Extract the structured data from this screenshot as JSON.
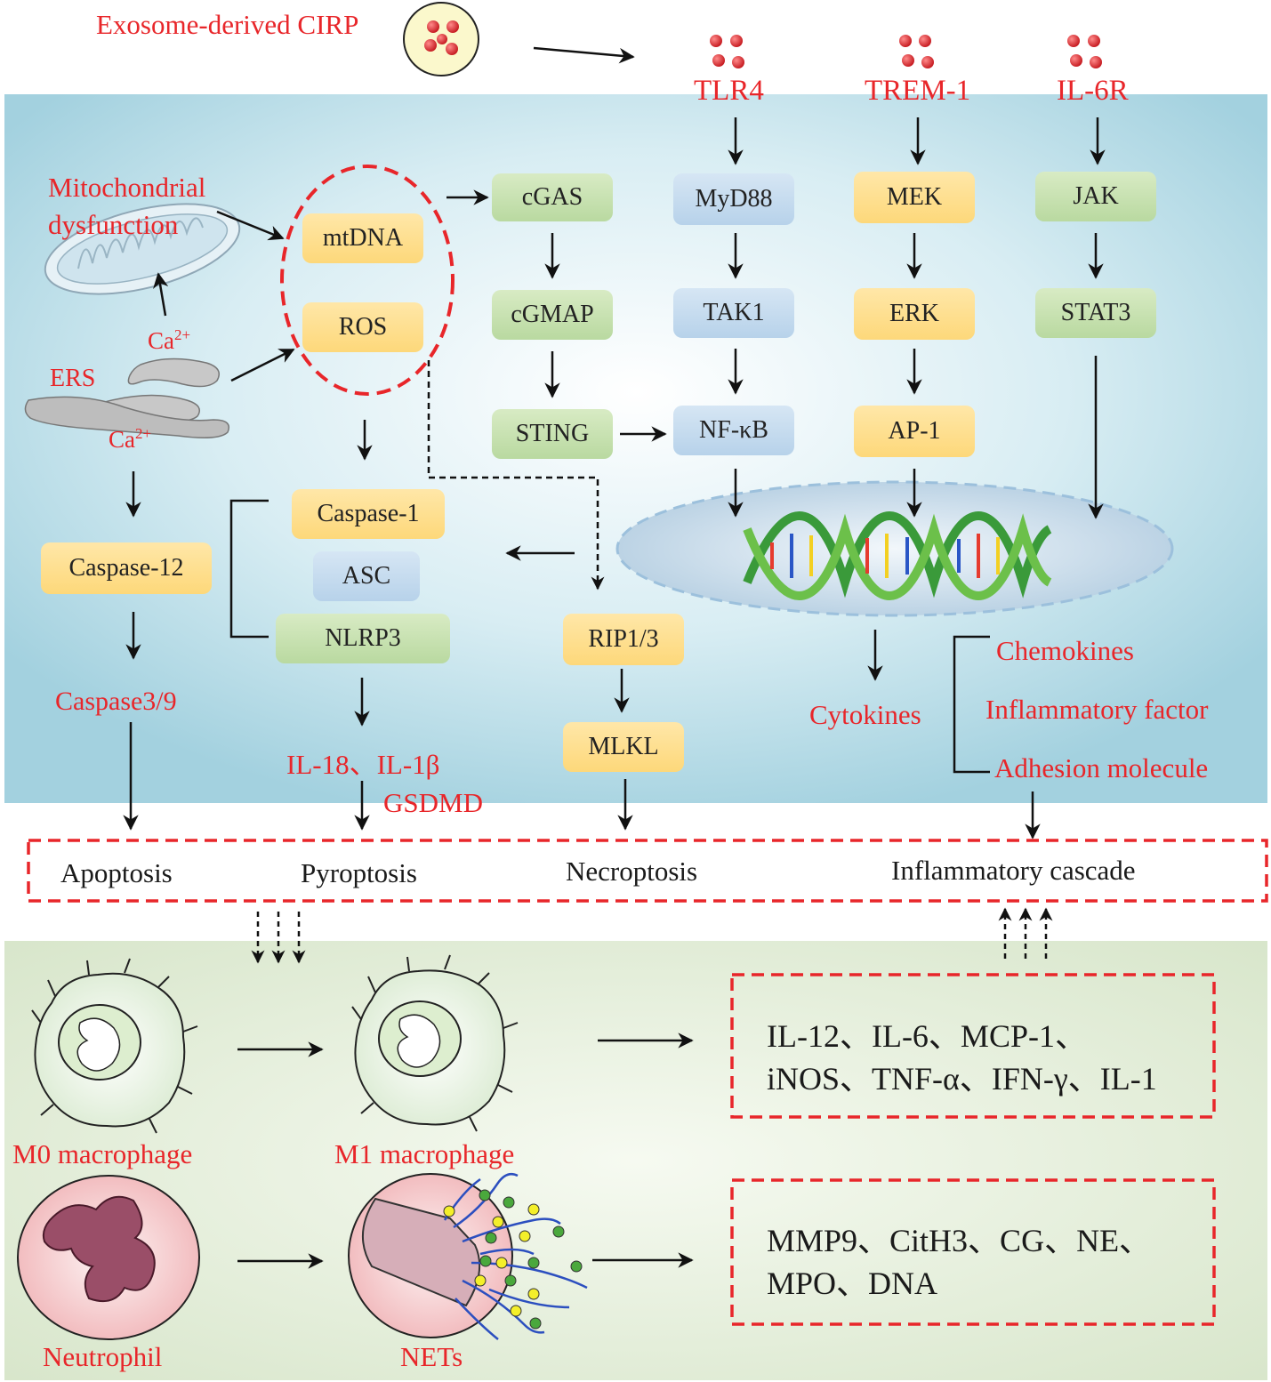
{
  "source": "Exosome-derived CIRP",
  "receptors": [
    "TLR4",
    "TREM-1",
    "IL-6R"
  ],
  "mito_label_1": "Mitochondrial",
  "mito_label_2": "dysfunction",
  "ers": "ERS",
  "ca": "Ca",
  "ca_sup": "2+",
  "boxes": {
    "mtdna": "mtDNA",
    "ros": "ROS",
    "cgas": "cGAS",
    "cgmap": "cGMAP",
    "sting": "STING",
    "myd88": "MyD88",
    "tak1": "TAK1",
    "nfkb": "NF-κB",
    "mek": "MEK",
    "erk": "ERK",
    "ap1": "AP-1",
    "jak": "JAK",
    "stat3": "STAT3",
    "casp1": "Caspase-1",
    "asc": "ASC",
    "nlrp3": "NLRP3",
    "casp12": "Caspase-12",
    "rip": "RIP1/3",
    "mlkl": "MLKL"
  },
  "labels": {
    "casp39": "Caspase3/9",
    "il18": "IL-18、IL-1β",
    "gsdmd": "GSDMD",
    "cytokines": "Cytokines",
    "chemokines": "Chemokines",
    "inflam_factor": "Inflammatory factor",
    "adhesion": "Adhesion molecule"
  },
  "outcomes": [
    "Apoptosis",
    "Pyroptosis",
    "Necroptosis",
    "Inflammatory cascade"
  ],
  "cells": {
    "m0": "M0 macrophage",
    "m1": "M1 macrophage",
    "neutrophil": "Neutrophil",
    "nets": "NETs"
  },
  "m1_products": [
    "IL-12、IL-6、MCP-1、",
    "iNOS、TNF-α、IFN-γ、IL-1"
  ],
  "net_products": [
    "MMP9、CitH3、CG、NE、",
    "MPO、DNA"
  ],
  "colors": {
    "red": "#e8262a",
    "panel_blue": "#a6d3e0",
    "panel_green": "#dbe7cf"
  }
}
